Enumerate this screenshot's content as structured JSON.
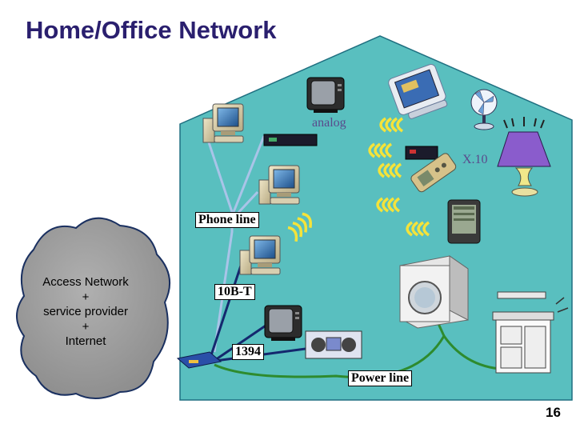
{
  "title": "Home/Office  Network",
  "page_number": "16",
  "cloud": {
    "lines": [
      "Access Network",
      "+",
      "service provider",
      "+",
      "Internet"
    ]
  },
  "labels": {
    "analog": "analog",
    "x10": "X.10",
    "phone_line": "Phone line",
    "tenbt": "10B-T",
    "ieee1394": "1394",
    "power_line": "Power line"
  },
  "colors": {
    "house_fill": "#59bfbf",
    "title": "#2a1f6e",
    "cloud_fill": "#9e9e9e",
    "phone_wire": "#a9c4e8",
    "ethernet_wire": "#14286e",
    "power_wire": "#2e8b2e",
    "wireless": "#f5e33a"
  }
}
